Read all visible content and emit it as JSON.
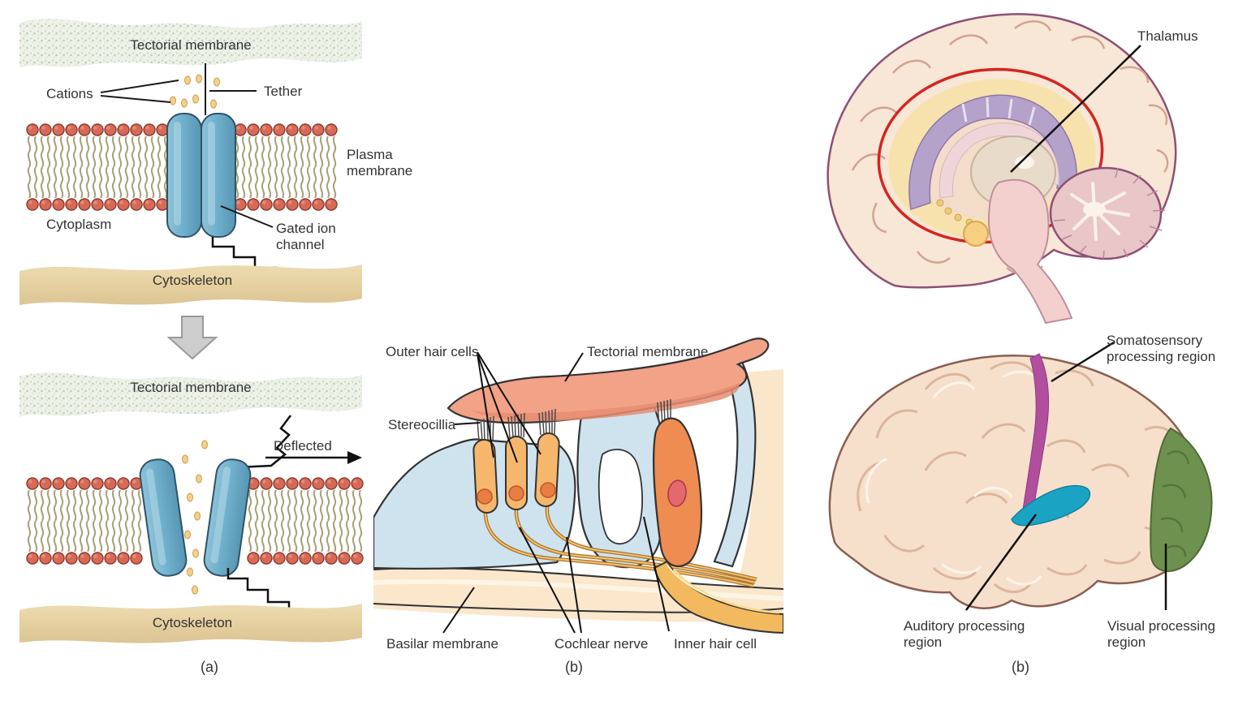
{
  "figure": {
    "description": "Hair cell mechanotransduction, organ of Corti, and auditory brain pathway diagram"
  },
  "panel_a": {
    "caption": "(a)",
    "labels": {
      "tectorial_membrane_top": "Tectorial membrane",
      "cations": "Cations",
      "tether": "Tether",
      "plasma_membrane": "Plasma membrane",
      "cytoplasm": "Cytoplasm",
      "gated_ion_channel": "Gated ion channel",
      "cytoskeleton_top": "Cytoskeleton",
      "tectorial_membrane_bottom": "Tectorial membrane",
      "deflected": "Deflected",
      "cytoskeleton_bottom": "Cytoskeleton"
    }
  },
  "panel_b": {
    "caption": "(b)",
    "labels": {
      "outer_hair_cells": "Outer hair cells",
      "tectorial_membrane": "Tectorial membrane",
      "stereocilia": "Stereocillia",
      "basilar_membrane": "Basilar membrane",
      "cochlear_nerve": "Cochlear nerve",
      "inner_hair_cell": "Inner hair cell"
    }
  },
  "panel_brain": {
    "caption": "(b)",
    "labels": {
      "thalamus": "Thalamus",
      "somatosensory": "Somatosensory processing region",
      "auditory": "Auditory processing region",
      "visual": "Visual processing region"
    }
  },
  "colors": {
    "tectorial_speckle_green": "#edf1e8",
    "cytoskeleton_tan": "#e6d0a0",
    "lipid_head_red": "#d66a57",
    "lipid_tail_olive": "#a89f74",
    "ion_channel_blue": "#6fb0cc",
    "cation_gold": "#f3cf8d",
    "tectorial_salmon": "#f2a287",
    "supporting_cell_blue": "#cfe3ef",
    "outer_hair_cell_orange": "#f6b76d",
    "inner_hair_cell_orange": "#ef8c52",
    "nerve_bundle_gold": "#f2b95e",
    "basilar_cream": "#fae7cc",
    "brain_cream": "#f7e4d3",
    "limbic_ring_red": "#d42520",
    "somatosensory_magenta": "#b14f9e",
    "auditory_teal": "#1ba3c4",
    "visual_green": "#6e9150"
  }
}
